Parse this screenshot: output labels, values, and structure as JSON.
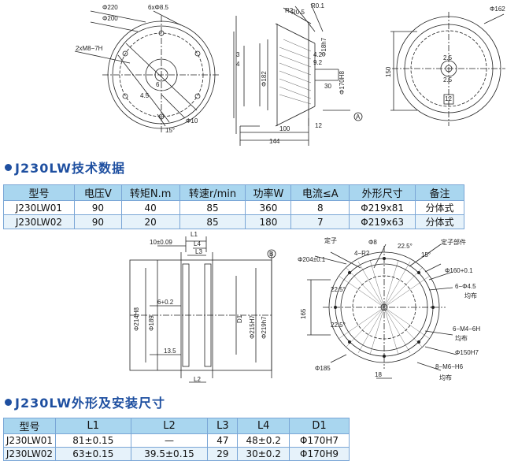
{
  "top_drawing": {
    "labels": {
      "phi220": "Φ220",
      "phi200": "Φ200",
      "holes": "6xΦ8.5",
      "thread": "2xM8−7H",
      "phi10": "Φ10",
      "angle15": "15°",
      "dim45": "4.5",
      "dim6": "6",
      "r2": "R2",
      "r05": "R0.5",
      "r01": "R0.1",
      "dim3": "3",
      "dim4": "4",
      "phi182": "Φ182",
      "dim42": "4.2",
      "dim92": "9.2",
      "phi18": "Φ18h7",
      "phi170": "Φ170H8",
      "dim30": "30",
      "dim100": "100",
      "dim144": "144",
      "dim12": "12",
      "circleA": "A",
      "phi162": "Φ162",
      "dim150": "150",
      "dim25a": "2.5",
      "dim25b": "2.5",
      "dim12b": "12"
    }
  },
  "section1": {
    "title": "J230LW技术数据"
  },
  "table1": {
    "headers": [
      "型号",
      "电压V",
      "转矩N.m",
      "转速r/min",
      "功率W",
      "电流≤A",
      "外形尺寸",
      "备注"
    ],
    "rows": [
      [
        "J230LW01",
        "90",
        "40",
        "85",
        "360",
        "8",
        "Φ219x81",
        "分体式"
      ],
      [
        "J230LW02",
        "90",
        "20",
        "85",
        "180",
        "7",
        "Φ219x63",
        "分体式"
      ]
    ]
  },
  "bottom_drawing": {
    "labels": {
      "L1": "L1",
      "L4": "L4",
      "L3": "L3",
      "L2": "L2",
      "D1": "D1",
      "tol10": "10±0.09",
      "dim6": "6+0.2",
      "dim135": "13.5",
      "phi214": "Φ214H8",
      "phi189": "Φ189",
      "phi215": "Φ215H7",
      "phi219": "Φ219h7",
      "circleB": "B",
      "stator": "定子",
      "phi8": "Φ8",
      "angle225": "22.5°",
      "stator_part": "定子部件",
      "phi204": "Φ204±0.1",
      "r2": "4−R2",
      "angle15": "15°",
      "phi160": "Φ160+0.1",
      "holes45": "6−Φ4.5",
      "even1": "均布",
      "dim165": "165",
      "dim225a": "22.5°",
      "dim225b": "22.5°",
      "m4": "6−M4−6H",
      "even2": "均布",
      "phi150": "Φ150H7",
      "phi185": "Φ185",
      "dim18": "18",
      "m6": "8−M6−H6",
      "even3": "均布"
    }
  },
  "section2": {
    "title": "J230LW外形及安装尺寸"
  },
  "table2": {
    "headers": [
      "型号",
      "L1",
      "L2",
      "L3",
      "L4",
      "D1"
    ],
    "rows": [
      [
        "J230LW01",
        "81±0.15",
        "—",
        "47",
        "48±0.2",
        "Φ170H7"
      ],
      [
        "J230LW02",
        "63±0.15",
        "39.5±0.15",
        "29",
        "30±0.2",
        "Φ170H9"
      ]
    ]
  }
}
